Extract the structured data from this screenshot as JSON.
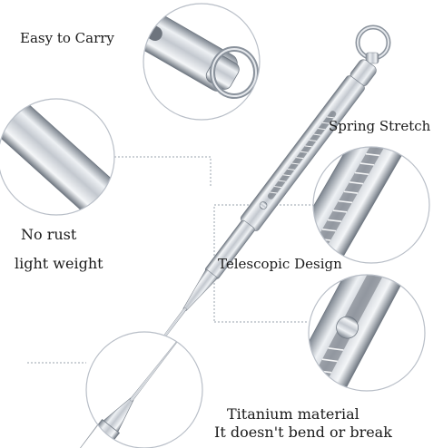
{
  "labels": {
    "easy_to_carry": "Easy to Carry",
    "spring_stretch": "Spring Stretch",
    "no_rust": "No rust",
    "light_weight": "light weight",
    "telescopic_design": "Telescopic Design",
    "titanium_line1": "Titanium material",
    "titanium_line2": "It doesn't bend or break"
  },
  "colors": {
    "background": "#ffffff",
    "circle_outline": "#b8bec7",
    "dotted_line": "#9aa3ad",
    "metal_light": "#eef1f4",
    "metal_mid": "#c3c8cf",
    "metal_dark": "#7d858f",
    "text": "#1a1a1a"
  }
}
